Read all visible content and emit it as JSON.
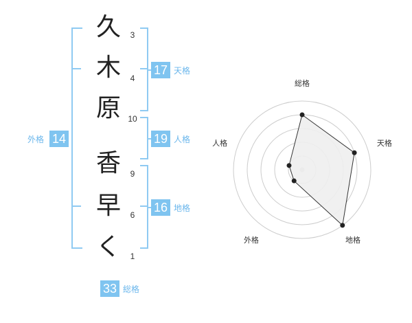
{
  "name_chars": [
    "久",
    "木",
    "原",
    "香",
    "早",
    "く"
  ],
  "stroke_counts": [
    "3",
    "4",
    "10",
    "9",
    "6",
    "1"
  ],
  "scores": {
    "tenkaku": {
      "value": "17",
      "label": "天格"
    },
    "jinkaku": {
      "value": "19",
      "label": "人格"
    },
    "chikaku": {
      "value": "16",
      "label": "地格"
    },
    "gaikaku": {
      "value": "14",
      "label": "外格"
    },
    "soukaku": {
      "value": "33",
      "label": "総格"
    }
  },
  "chart_data": {
    "type": "radar",
    "axes": [
      "総格",
      "天格",
      "地格",
      "外格",
      "人格"
    ],
    "rings": 5,
    "max": 5,
    "values": [
      4,
      4,
      5,
      1,
      1
    ],
    "colors": {
      "fill": "#eeeeee",
      "stroke": "#333333",
      "grid": "#cccccc",
      "point": "#222222",
      "center": "#cccccc"
    }
  }
}
